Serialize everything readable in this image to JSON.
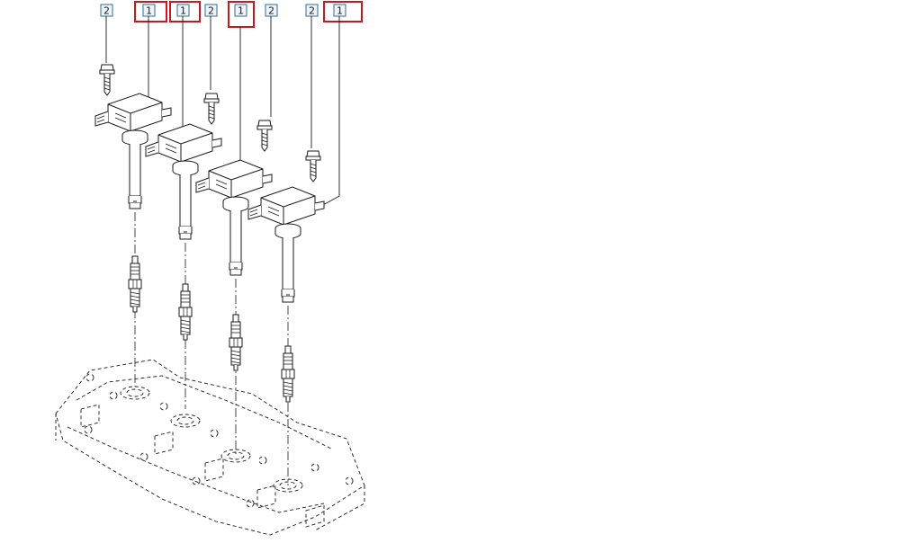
{
  "diagram": {
    "callouts": [
      {
        "label": "2",
        "highlighted": false
      },
      {
        "label": "1",
        "highlighted": true
      },
      {
        "label": "1",
        "highlighted": true
      },
      {
        "label": "2",
        "highlighted": false
      },
      {
        "label": "1",
        "highlighted": true
      },
      {
        "label": "2",
        "highlighted": false
      },
      {
        "label": "2",
        "highlighted": false
      },
      {
        "label": "1",
        "highlighted": true
      }
    ],
    "colors": {
      "line": "#1a1a1a",
      "label_box": "#2b6c9a",
      "label_fill": "#eef4fa",
      "highlight": "#d0141c"
    },
    "parts": {
      "ignition_coils": 4,
      "bolts": 4,
      "spark_plugs": 4
    }
  }
}
